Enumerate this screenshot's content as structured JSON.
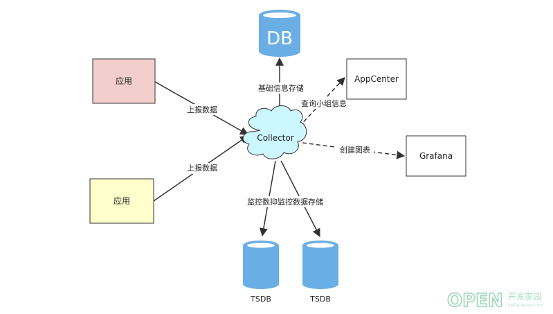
{
  "nodes": {
    "app_top": {
      "label": "应用",
      "fill": "#f2cfcd",
      "stroke": "#333333"
    },
    "app_bottom": {
      "label": "应用",
      "fill": "#ffffcc",
      "stroke": "#333333"
    },
    "collector": {
      "label": "Collector",
      "fill": "#ccf7ff",
      "stroke": "#333333"
    },
    "db": {
      "label": "DB",
      "fill": "#6aaee6"
    },
    "appcenter": {
      "label": "AppCenter",
      "fill": "#ffffff",
      "stroke": "#333333"
    },
    "grafana": {
      "label": "Grafana",
      "fill": "#ffffff",
      "stroke": "#333333"
    },
    "tsdb_left": {
      "label": "TSDB",
      "fill": "#6aaee6"
    },
    "tsdb_right": {
      "label": "TSDB",
      "fill": "#6aaee6"
    }
  },
  "edges": {
    "report_top": {
      "label": "上报数据",
      "style": "solid"
    },
    "report_bottom": {
      "label": "上报数据",
      "style": "solid"
    },
    "store_base_info": {
      "label": "基础信息存储",
      "style": "solid"
    },
    "query_group_info": {
      "label": "查询小组信息",
      "style": "dashed"
    },
    "create_chart": {
      "label": "创建图表",
      "style": "dashed"
    },
    "monitor_overlap": {
      "label": "监控数抑监控数据存储",
      "style": "solid"
    }
  },
  "watermark": {
    "logo_text": "OPEN",
    "cn_text": "开发家园",
    "url_text": "kaifajiayuan.com"
  },
  "colors": {
    "line": "#333333",
    "db_blue": "#6aaee6",
    "db_top": "#ffffff"
  }
}
